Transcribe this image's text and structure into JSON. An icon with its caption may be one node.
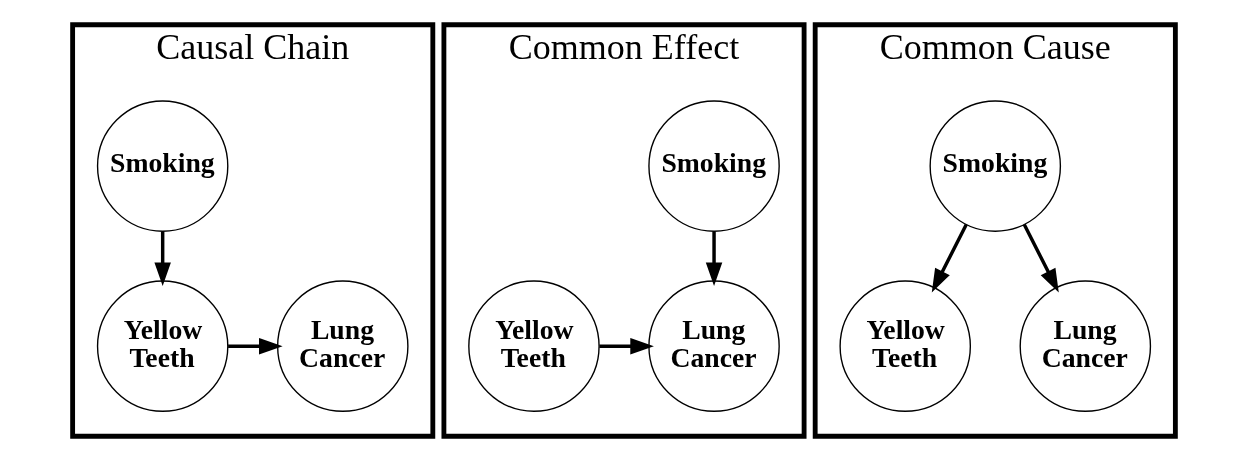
{
  "diagram": {
    "nodes": [
      {
        "text": [
          "Causal Chain"
        ]
      },
      {
        "text": [
          "Smoking"
        ],
        "in": 0
      },
      {
        "text": [
          "Yellow Teeth"
        ],
        "in": 0
      },
      {
        "text": [
          "Lung Cancer"
        ],
        "in": 0
      },
      {
        "text": [
          "Common Effect"
        ]
      },
      {
        "text": [
          "Smoking"
        ],
        "in": 4
      },
      {
        "text": [
          "Yellow Teeth"
        ],
        "in": 4
      },
      {
        "text": [
          "Lung Cancer"
        ],
        "in": 4
      },
      {
        "text": [
          "Common Cause"
        ]
      },
      {
        "text": [
          "Smoking"
        ],
        "in": 8
      },
      {
        "text": [
          "Yellow Teeth"
        ],
        "in": 8
      },
      {
        "text": [
          "Lung Cancer"
        ],
        "in": 8
      }
    ],
    "edges": [
      {
        "from": 1,
        "to": 2,
        "arrow": "to"
      },
      {
        "from": 2,
        "to": 3,
        "arrow": "to"
      },
      {
        "from": 5,
        "to": 7,
        "arrow": "to"
      },
      {
        "from": 6,
        "to": 7,
        "arrow": "to"
      },
      {
        "from": 9,
        "to": 10,
        "arrow": "to"
      },
      {
        "from": 9,
        "to": 11,
        "arrow": "to"
      }
    ]
  }
}
